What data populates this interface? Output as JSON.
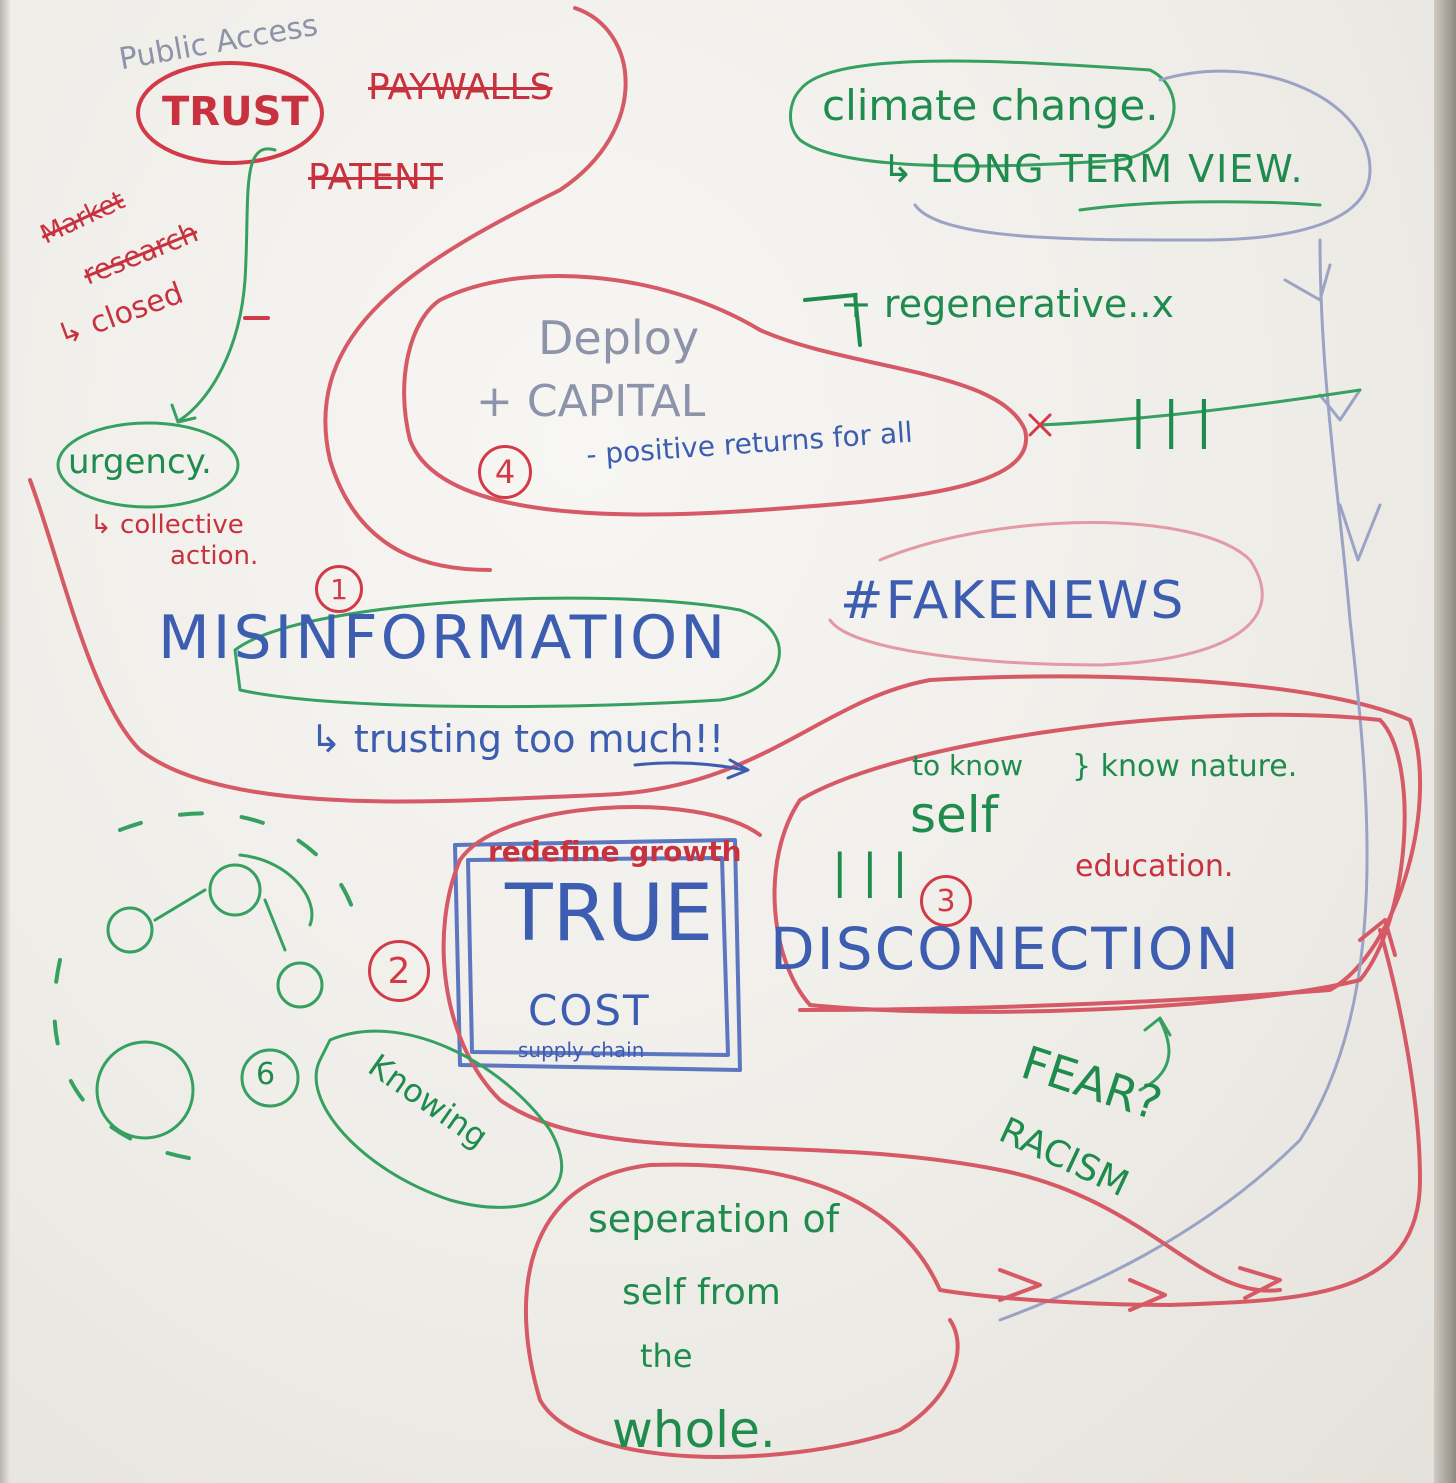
{
  "whiteboard": {
    "public_access": "Public Access",
    "trust": "TRUST",
    "paywalls": "PAYWALLS",
    "patent": "PATENT",
    "market_research": "Market",
    "research": "research",
    "closed": "↳ closed",
    "urgency": "urgency.",
    "collective_action_1": "↳ collective",
    "collective_action_2": "action.",
    "climate_change": "climate change.",
    "long_term_view": "↳ LONG TERM VIEW.",
    "regenerative": "+ regenerative..x",
    "deploy": "Deploy",
    "capital": "+ CAPITAL",
    "positive_returns": "- positive returns for all",
    "num_4": "4",
    "num_1": "1",
    "num_2": "2",
    "num_3": "3",
    "tally": "| | |",
    "fake_news": "#FAKENEWS",
    "misinformation": "MISINFORMATION",
    "trusting_too_much": "↳ trusting too much!!",
    "to_know": "to know",
    "self": "self",
    "know_nature": "} know nature.",
    "education": "education.",
    "redefine_growth": "redefine growth",
    "true": "TRUE",
    "cost": "COST",
    "supply_chain": "supply chain",
    "disconnection": "DISCONECTION",
    "fear": "FEAR?",
    "racism": "RACISM",
    "separation": "seperation of",
    "self_from": "self from",
    "the": "the",
    "whole": "whole.",
    "six": "6",
    "knowing": "Knowing"
  }
}
